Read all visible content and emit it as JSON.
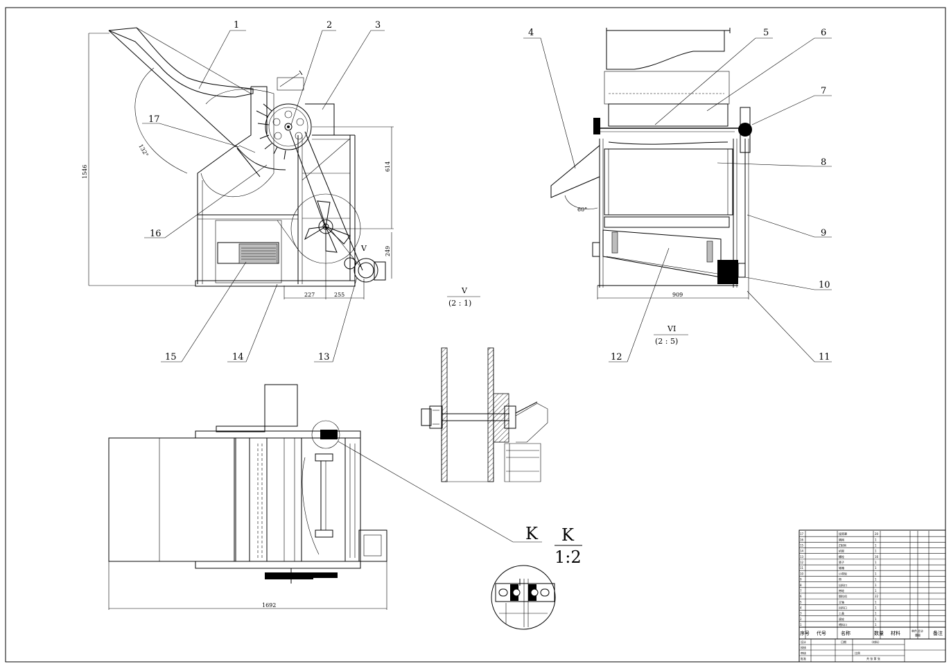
{
  "callouts": {
    "c1": "1",
    "c2": "2",
    "c3": "3",
    "c4": "4",
    "c5": "5",
    "c6": "6",
    "c7": "7",
    "c8": "8",
    "c9": "9",
    "c10": "10",
    "c11": "11",
    "c12": "12",
    "c13": "13",
    "c14": "14",
    "c15": "15",
    "c16": "16",
    "c17": "17"
  },
  "dimensions": {
    "height_total": "1546",
    "height_614": "614",
    "height_249": "249",
    "width_227": "227",
    "width_255": "255",
    "width_909": "909",
    "length_1692": "1692",
    "angle_side": "132°",
    "angle_front": "60°"
  },
  "views": {
    "detail_v_name": "V",
    "detail_v_scale": "(2 : 1)",
    "view_vi_name": "VI",
    "view_vi_scale": "(2 : 5)",
    "section_k_mark": "K",
    "section_k_name": "K",
    "section_k_scale": "1:2",
    "marker_v": "V"
  },
  "title_block": {
    "col_no": "序号",
    "col_code": "代号",
    "col_name": "名称",
    "col_qty": "数量",
    "col_material": "材料",
    "col_weight": "单件 总计",
    "col_weight_sub": "重量",
    "col_remark": "备注",
    "row_design": "设计",
    "row_check": "校核",
    "row_review": "审核",
    "row_approve": "批准",
    "date": "日期",
    "material_note": "（材料）",
    "scale_label": "比例",
    "sheet_label": "共 张 第 张",
    "parts": [
      {
        "no": "17",
        "name": "接筒罩",
        "qty": "20"
      },
      {
        "no": "16",
        "name": "隔网",
        "qty": "1"
      },
      {
        "no": "15",
        "name": "Z型网",
        "qty": "1"
      },
      {
        "no": "14",
        "name": "机架",
        "qty": "1"
      },
      {
        "no": "13",
        "name": "螺栓",
        "qty": "16"
      },
      {
        "no": "12",
        "name": "筛子",
        "qty": "1"
      },
      {
        "no": "11",
        "name": "轴箱",
        "qty": "1"
      },
      {
        "no": "10",
        "name": "小带轮",
        "qty": "1"
      },
      {
        "no": "9",
        "name": "带",
        "qty": "1"
      },
      {
        "no": "8",
        "name": "出料口",
        "qty": "1"
      },
      {
        "no": "7",
        "name": "带轮",
        "qty": "1"
      },
      {
        "no": "6",
        "name": "脱粒机",
        "qty": "22"
      },
      {
        "no": "5",
        "name": "主轴",
        "qty": "1"
      },
      {
        "no": "4",
        "name": "出料口",
        "qty": "1"
      },
      {
        "no": "3",
        "name": "上盖",
        "qty": "1"
      },
      {
        "no": "2",
        "name": "滚轮",
        "qty": "1"
      },
      {
        "no": "1",
        "name": "喂料口",
        "qty": "1"
      }
    ]
  }
}
